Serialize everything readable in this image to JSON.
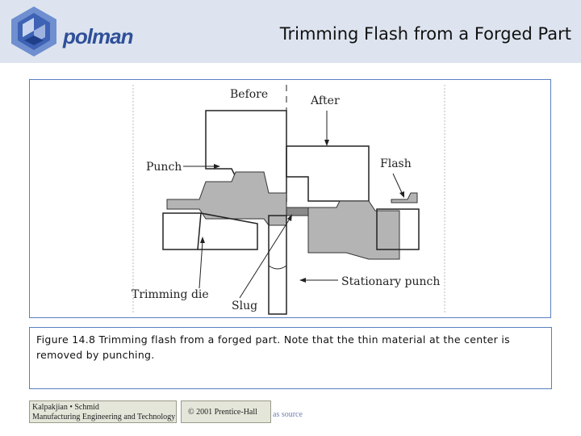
{
  "header": {
    "logo_text": "polman",
    "title": "Trimming Flash from a Forged Part"
  },
  "diagram": {
    "labels": {
      "before": "Before",
      "after": "After",
      "punch": "Punch",
      "flash": "Flash",
      "trimming_die": "Trimming  die",
      "slug": "Slug",
      "stationary_punch": "Stationary  punch"
    }
  },
  "caption": {
    "text": "Figure 14.8 Trimming flash from a forged part. Note that the thin material at the center is removed by punching."
  },
  "footer": {
    "credit_line1": "Kalpakjian • Schmid",
    "credit_line2": "Manufacturing Engineering and Technology",
    "copyright": "© 2001 Prentice-Hall",
    "source_note": "as source"
  },
  "colors": {
    "header_bg": "#dde4ef",
    "logo_blue": "#2f4f99",
    "border_blue": "#5b7fbf",
    "part_gray": "#b4b4b4",
    "slug_gray": "#8a8a8a"
  }
}
